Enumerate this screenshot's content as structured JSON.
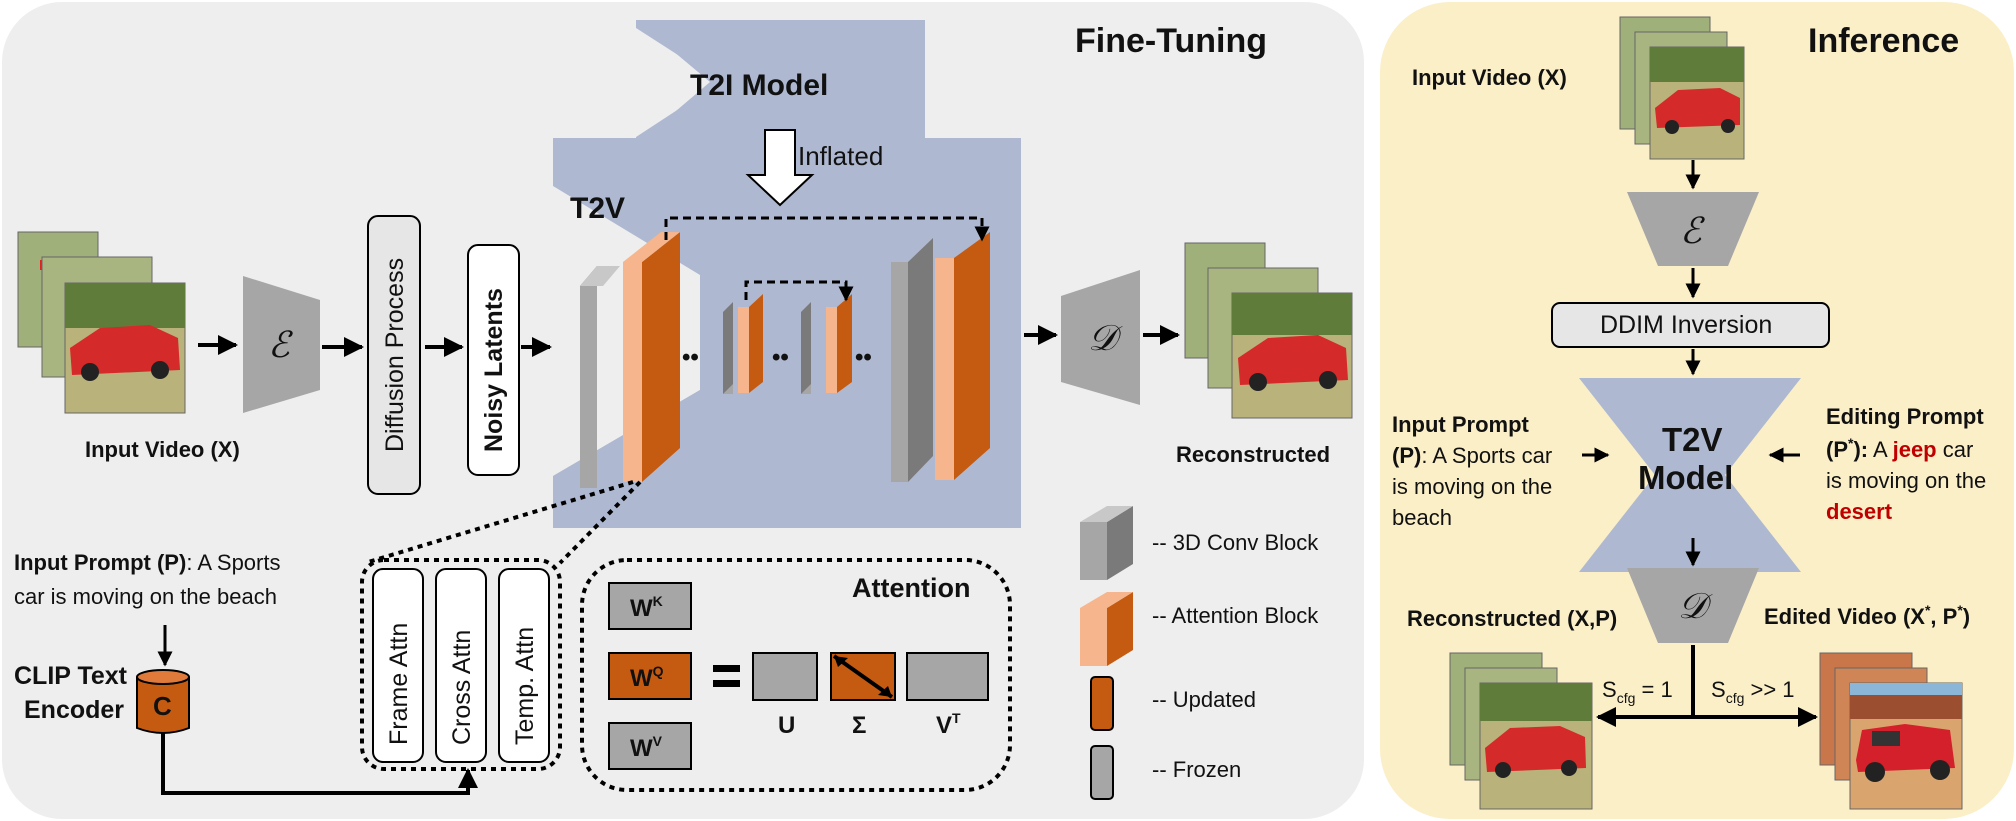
{
  "fine_tuning": {
    "title": "Fine-Tuning",
    "t2i_model": "T2I Model",
    "inflated": "Inflated",
    "t2v": "T2V",
    "input_video": "Input Video (X)",
    "encoder_symbol": "ℰ",
    "decoder_symbol": "𝒟",
    "diffusion_process": "Diffusion Process",
    "noisy_latents": "Noisy Latents",
    "reconstructed": "Reconstructed",
    "input_prompt_label": "Input Prompt (P)",
    "input_prompt_text_1": ": A Sports",
    "input_prompt_text_2": "car is moving on the beach",
    "clip_line_1": "CLIP Text",
    "clip_line_2": "Encoder",
    "clip_symbol": "C",
    "frame_attn": "Frame Attn",
    "cross_attn": "Cross Attn",
    "temp_attn": "Temp. Attn",
    "attention_title": "Attention",
    "w": "W",
    "wk_sup": "K",
    "wq_sup": "Q",
    "wv_sup": "V",
    "u": "U",
    "sigma": "Σ",
    "v": "V",
    "vt_sup": "T",
    "dots": "••"
  },
  "legend": {
    "conv": "-- 3D Conv Block",
    "attention": "-- Attention Block",
    "updated": "-- Updated",
    "frozen": "--  Frozen"
  },
  "inference": {
    "title": "Inference",
    "input_video": "Input  Video (X)",
    "encoder_symbol": "ℰ",
    "decoder_symbol": "𝒟",
    "ddim": "DDIM Inversion",
    "t2v_line_1": "T2V",
    "t2v_line_2": "Model",
    "input_prompt_label_1": "Input Prompt",
    "input_prompt_label_2": "(P)",
    "input_prompt_text_1": ": A Sports car",
    "input_prompt_text_2": "is moving on the",
    "input_prompt_text_3": "beach",
    "editing_prompt_label": "Editing Prompt",
    "editing_prompt_p": "(P",
    "editing_star": "*",
    "editing_prompt_close": "):",
    "editing_a": " A ",
    "editing_jeep": "jeep",
    "editing_car": " car",
    "editing_line_2": "is moving on the",
    "editing_desert": "desert",
    "reconstructed": "Reconstructed (X,P)",
    "edited_video": "Edited Video (X",
    "edited_video_mid": ", P",
    "edited_video_end": ")",
    "star": "*",
    "s": "S",
    "cfg": "cfg",
    "scfg_eq": " = 1",
    "scfg_gg": " >> 1"
  },
  "colors": {
    "panel_left": "#eeeeee",
    "panel_right": "#fbefc8",
    "unet_blue": "#aeb9d1",
    "gray_block": "#a6a6a6",
    "orange": "#c55a11",
    "light_orange": "#f6b58c",
    "accent_red": "#c00000"
  }
}
